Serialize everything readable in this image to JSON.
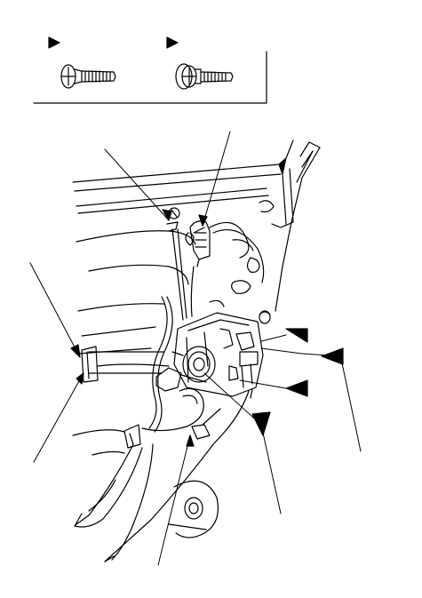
{
  "legend": {
    "items": [
      {
        "marker": "triangle",
        "icon": "flat-head-screw-icon"
      },
      {
        "marker": "triangle",
        "icon": "washer-head-screw-icon"
      }
    ]
  },
  "callouts": [
    {
      "marker": "triangle",
      "icon": "callout-screw-type-1"
    },
    {
      "marker": "triangle",
      "icon": "callout-screw-type-2"
    },
    {
      "marker": "triangle",
      "icon": "callout-screw-type-1"
    },
    {
      "marker": "triangle",
      "icon": "callout-screw-type-1"
    }
  ],
  "colors": {
    "ink": "#000000",
    "paper": "#ffffff"
  }
}
